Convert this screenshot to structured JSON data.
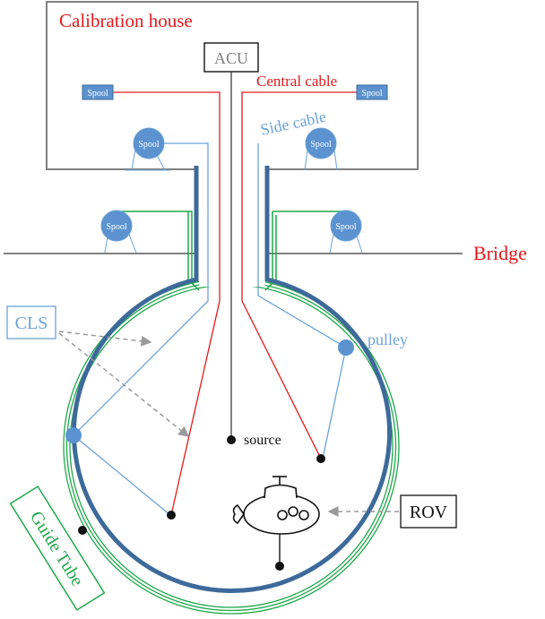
{
  "labels": {
    "calibration_house": "Calibration house",
    "acu": "ACU",
    "central_cable": "Central cable",
    "side_cable": "Side cable",
    "spool": "Spool",
    "bridge": "Bridge",
    "cls": "CLS",
    "pulley": "pulley",
    "source": "source",
    "rov": "ROV",
    "guide_tube": "Guide Tube"
  },
  "colors": {
    "red": "#e31a1c",
    "blue_dark": "#3d6a9a",
    "blue_light": "#6ba3d6",
    "spool_fill": "#5b92cf",
    "green": "#1fa84b",
    "gray": "#888888",
    "black": "#111111"
  }
}
